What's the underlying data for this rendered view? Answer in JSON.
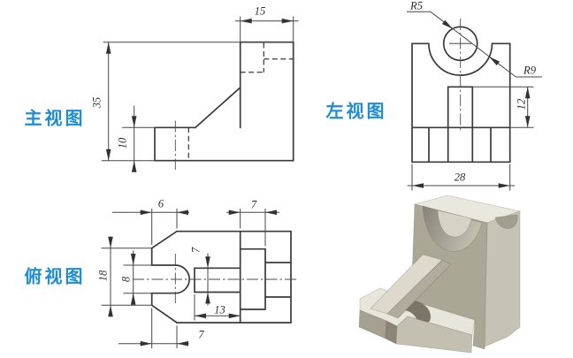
{
  "views": {
    "front": {
      "label": "主视图",
      "dims": {
        "top_width": "15",
        "overall_height": "35",
        "base_height": "10"
      }
    },
    "left": {
      "label": "左视图",
      "dims": {
        "notch_radius_small": "R5",
        "notch_radius_large": "R9",
        "rib_height": "12",
        "depth": "28"
      }
    },
    "top": {
      "label": "俯视图",
      "dims": {
        "chamfer_front": "6",
        "counterbore_depth": "7",
        "base_depth": "18",
        "slot_width": "8",
        "rib_width": "7",
        "rib_length": "13",
        "chamfer_back": "7"
      }
    }
  },
  "colors": {
    "label_blue": "#1e8ed3",
    "line_dark": "#3b3b3b",
    "model_light": "#e9e6db",
    "model_mid": "#aba797",
    "model_dark": "#7b7568",
    "background": "#ffffff"
  }
}
